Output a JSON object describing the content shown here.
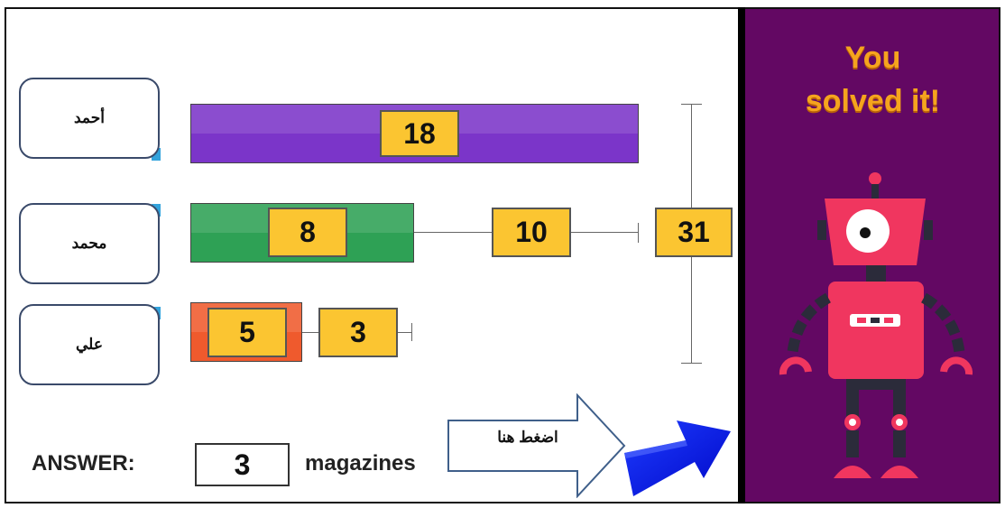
{
  "names": [
    {
      "label": "أحمد"
    },
    {
      "label": "محمد"
    },
    {
      "label": "علي"
    }
  ],
  "bars": {
    "top_value": "18",
    "middle_known": "8",
    "middle_extra": "10",
    "bottom_known": "5",
    "bottom_extra": "3",
    "total": "31"
  },
  "colors": {
    "purple_bar": "#7b35c9",
    "green_bar": "#2ea155",
    "orange_bar": "#ef5a2d",
    "number_box": "#fbc531",
    "reward_bg": "#630863",
    "headline": "#f5a41e",
    "next_arrow": "#0a1be6"
  },
  "answer": {
    "label": "ANSWER:",
    "value": "3",
    "unit": "magazines"
  },
  "click_button": {
    "label": "اضغط هنا"
  },
  "reward": {
    "line1": "You",
    "line2": "solved it!"
  },
  "icons": {
    "next": "arrow-right-icon",
    "click": "arrow-callout-icon",
    "mascot": "robot-icon"
  }
}
